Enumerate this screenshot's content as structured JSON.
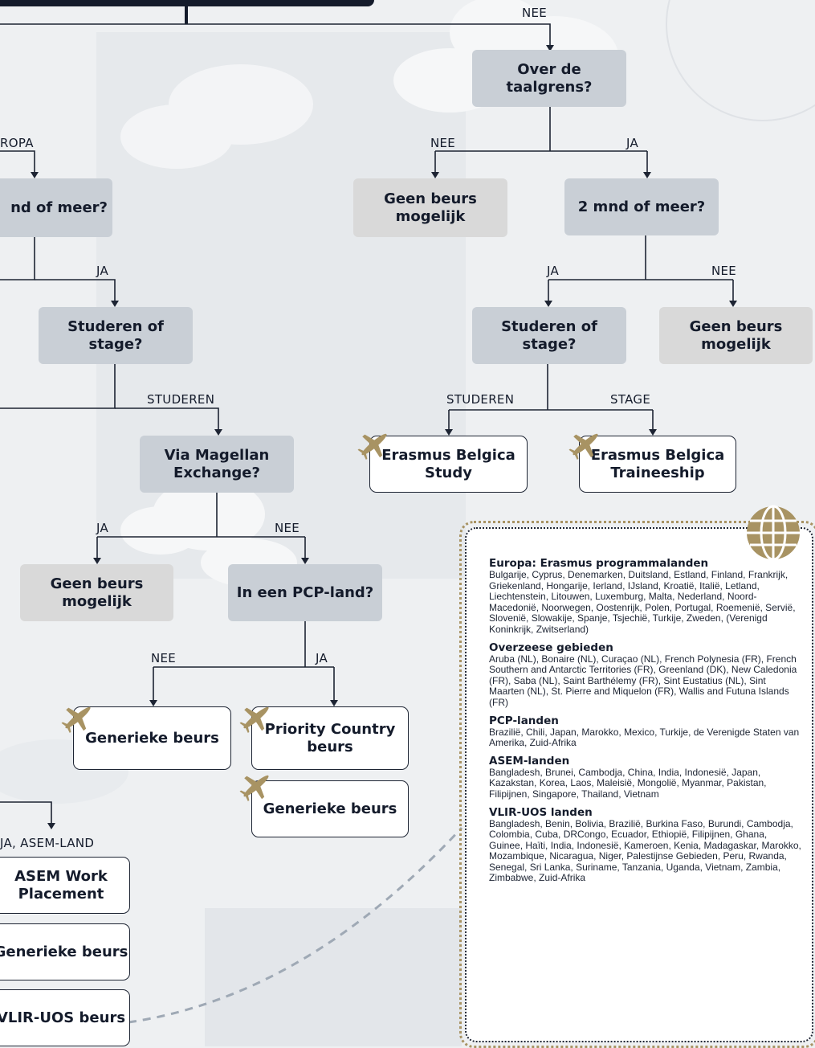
{
  "flow": {
    "nee_top": "NEE",
    "taalgrens": "Over de taalgrens?",
    "nee_taal": "NEE",
    "ja_taal": "JA",
    "geen1": "Geen beurs mogelijk",
    "mnd_right": "2 mnd of meer?",
    "ja_mnd_r": "JA",
    "nee_mnd_r": "NEE",
    "studeren_stage_r": "Studeren of stage?",
    "geen2": "Geen beurs mogelijk",
    "studeren_r": "STUDEREN",
    "stage_r": "STAGE",
    "erasmus_study": "Erasmus Belgica Study",
    "erasmus_trainee": "Erasmus Belgica Traineeship",
    "europa": "ROPA",
    "mnd_left": "nd of meer?",
    "ja_left": "JA",
    "studeren_stage_l": "Studeren of stage?",
    "studeren_l": "STUDEREN",
    "magellan": "Via Magellan Exchange?",
    "ja_mag": "JA",
    "nee_mag": "NEE",
    "geen3": "Geen beurs mogelijk",
    "pcp": "In een PCP-land?",
    "nee_pcp": "NEE",
    "ja_pcp": "JA",
    "generieke1": "Generieke beurs",
    "priority": "Priority Country beurs",
    "generieke2": "Generieke beurs",
    "ja_asem": "JA, ASEM-LAND",
    "asem_work": "ASEM Work Placement",
    "generieke3": "Generieke beurs",
    "vlir": "VLIR-UOS beurs"
  },
  "info": {
    "europa_title": "Europa: Erasmus programmalanden",
    "europa_text": "Bulgarije, Cyprus, Denemarken, Duitsland, Estland, Finland, Frankrijk, Griekenland, Hongarije, Ierland, IJsland, Kroatië, Italië, Letland, Liechtenstein, Litouwen, Luxemburg, Malta, Nederland, Noord-Macedonië, Noorwegen, Oostenrijk, Polen, Portugal, Roemenië, Servië, Slovenië, Slowakije, Spanje, Tsjechië, Turkije, Zweden, (Verenigd Koninkrijk, Zwitserland)",
    "overzee_title": "Overzeese gebieden",
    "overzee_text": "Aruba (NL), Bonaire (NL), Curaçao (NL), French Polynesia (FR), French Southern and Antarctic Territories (FR), Greenland (DK), New Caledonia (FR), Saba (NL), Saint Barthélemy (FR), Sint Eustatius (NL), Sint Maarten (NL), St. Pierre and Miquelon (FR), Wallis and Futuna Islands (FR)",
    "pcp_title": "PCP-landen",
    "pcp_text": "Brazilië, Chili, Japan, Marokko, Mexico, Turkije, de Verenigde Staten van Amerika, Zuid-Afrika",
    "asem_title": "ASEM-landen",
    "asem_text": "Bangladesh, Brunei, Cambodja, China, India, Indonesië, Japan, Kazakstan, Korea, Laos, Maleisië, Mongolië, Myanmar, Pakistan, Filipijnen, Singapore, Thailand, Vietnam",
    "vlir_title": "VLIR-UOS landen",
    "vlir_text": "Bangladesh, Benin, Bolivia, Brazilië, Burkina Faso, Burundi, Cambodja, Colombia, Cuba, DRCongo, Ecuador, Ethiopië, Filipijnen, Ghana, Guinee, Haïti, India, Indonesië, Kameroen, Kenia, Madagaskar, Marokko, Mozambique, Nicaragua, Niger, Palestijnse Gebieden, Peru, Rwanda, Senegal, Sri Lanka, Suriname, Tanzania, Uganda, Vietnam, Zambia, Zimbabwe, Zuid-Afrika"
  },
  "colors": {
    "question": "#c9cfd6",
    "no_grant": "#d9d9d9",
    "accent_gold": "#a89363",
    "dark": "#141b2b"
  }
}
